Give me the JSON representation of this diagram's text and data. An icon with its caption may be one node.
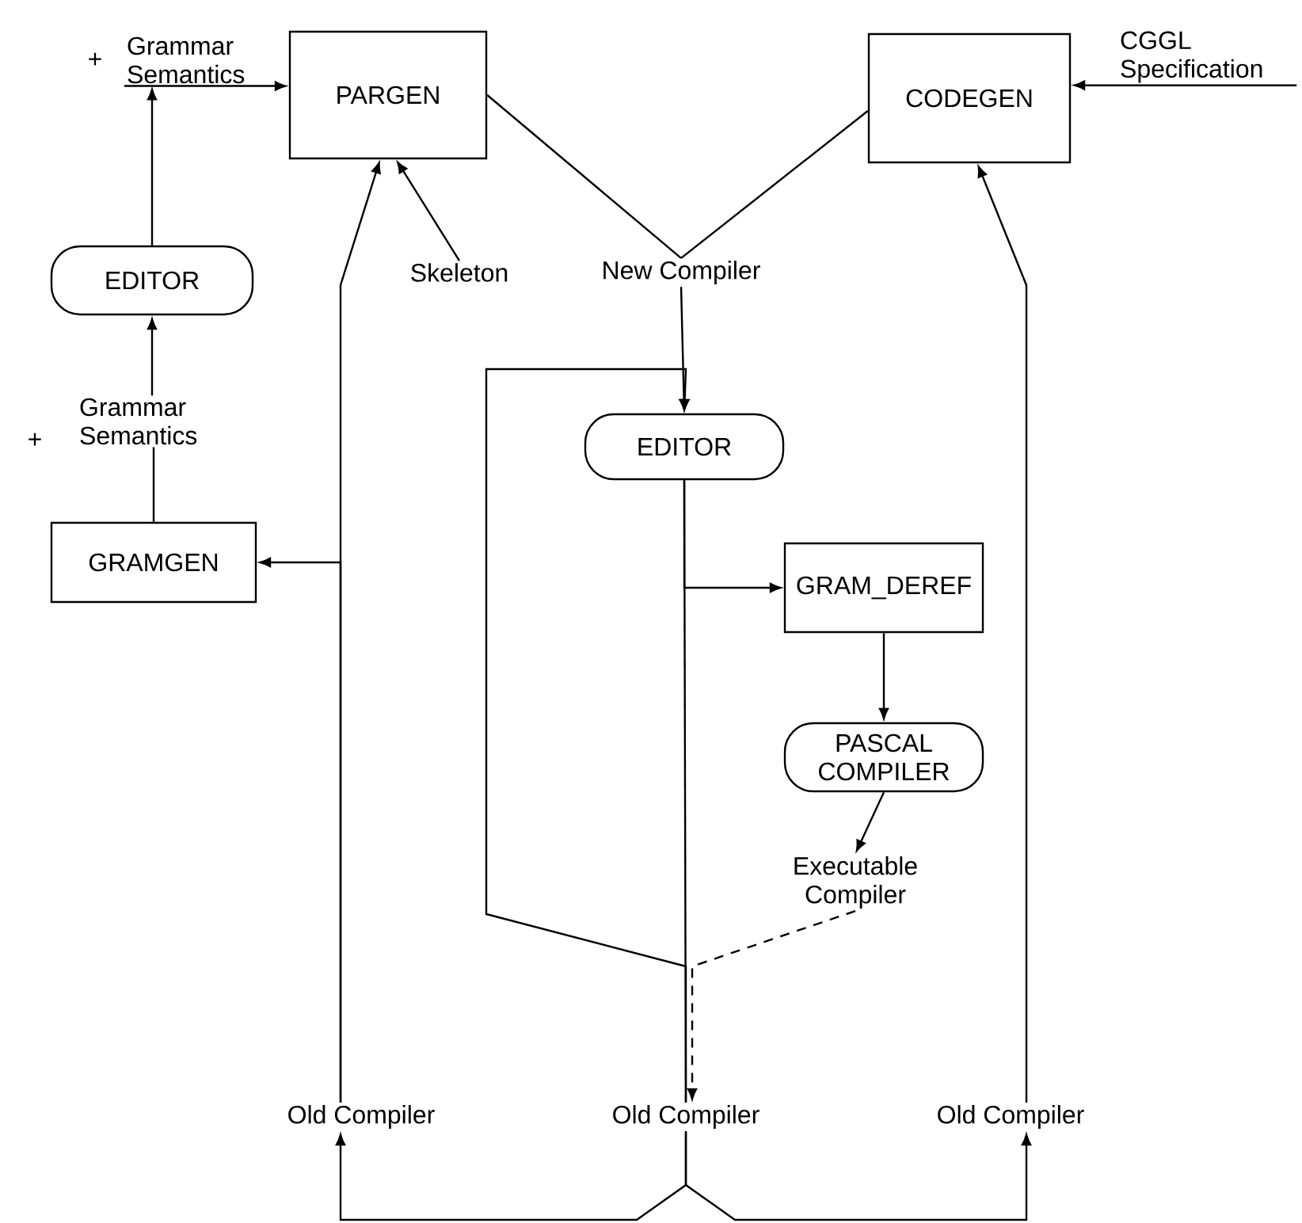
{
  "diagram": {
    "nodes": [
      {
        "text": [
          "Grammar Semantics"
        ]
      },
      {
        "text": [
          "PARGEN"
        ]
      },
      {
        "text": [
          "CODEGEN"
        ]
      },
      {
        "text": [
          "CGGL Specification"
        ]
      },
      {
        "text": [
          "EDITOR"
        ]
      },
      {
        "text": [
          "Grammar Semantics"
        ]
      },
      {
        "text": [
          "GRAMGEN"
        ]
      },
      {
        "text": [
          "Skeleton"
        ]
      },
      {
        "text": [
          "New Compiler"
        ]
      },
      {
        "text": [
          "EDITOR"
        ]
      },
      {
        "text": [
          "GRAM_DEREF"
        ]
      },
      {
        "text": [
          "PASCAL COMPILER"
        ]
      },
      {
        "text": [
          "Executable Compiler"
        ]
      },
      {
        "text": [
          "Old Compiler"
        ]
      },
      {
        "text": [
          "Old Compiler"
        ]
      },
      {
        "text": [
          "Old Compiler"
        ]
      }
    ],
    "edges": [
      {
        "from": 0,
        "to": 1,
        "arrow": "to"
      },
      {
        "from": 4,
        "to": 0,
        "arrow": "to"
      },
      {
        "from": 5,
        "to": 4,
        "arrow": "to"
      },
      {
        "from": 6,
        "to": 5,
        "arrow": "none"
      },
      {
        "from": 7,
        "to": 1,
        "arrow": "to"
      },
      {
        "from": 13,
        "to": 1,
        "arrow": "to"
      },
      {
        "from": 13,
        "to": 6,
        "arrow": "to"
      },
      {
        "from": 1,
        "to": 8,
        "arrow": "none"
      },
      {
        "from": 2,
        "to": 8,
        "arrow": "none"
      },
      {
        "from": 15,
        "to": 2,
        "arrow": "to"
      },
      {
        "from": 3,
        "to": 2,
        "arrow": "to"
      },
      {
        "from": 8,
        "to": 9,
        "arrow": "to"
      },
      {
        "from": 14,
        "to": 9,
        "arrow": "to"
      },
      {
        "from": 9,
        "to": 14,
        "arrow": "none"
      },
      {
        "from": 9,
        "to": 10,
        "arrow": "to"
      },
      {
        "from": 10,
        "to": 11,
        "arrow": "to"
      },
      {
        "from": 11,
        "to": 12,
        "arrow": "to"
      },
      {
        "from": 12,
        "to": 14,
        "arrow": "to",
        "style": "dashed"
      },
      {
        "from": 14,
        "to": 13,
        "arrow": "to"
      },
      {
        "from": 14,
        "to": 15,
        "arrow": "to"
      }
    ],
    "labels": [
      "+",
      "+"
    ]
  }
}
